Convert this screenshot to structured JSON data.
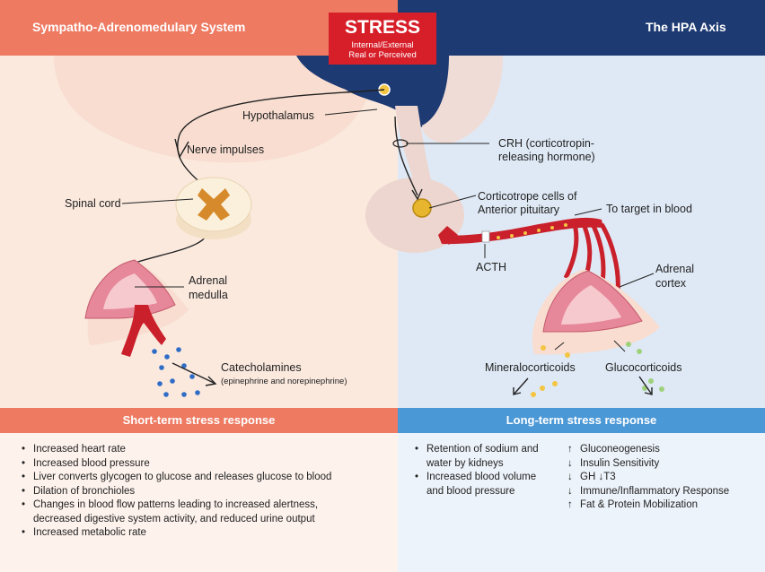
{
  "stress": {
    "title": "STRESS",
    "line1": "Internal/External",
    "line2": "Real or Perceived"
  },
  "left_header": "Sympatho-Adrenomedulary System",
  "right_header": "The HPA Axis",
  "labels": {
    "hypothalamus": "Hypothalamus",
    "nerve_impulses": "Nerve impulses",
    "spinal_cord": "Spinal cord",
    "adrenal_medulla_1": "Adrenal",
    "adrenal_medulla_2": "medulla",
    "catecholamines": "Catecholamines",
    "catecholamines_sub": "(epinephrine and norepinephrine)",
    "crh_1": "CRH (corticotropin-",
    "crh_2": "releasing hormone)",
    "corticotrope_1": "Corticotrope cells of",
    "corticotrope_2": "Anterior pituitary",
    "target_blood": "To target in blood",
    "acth": "ACTH",
    "adrenal_cortex_1": "Adrenal",
    "adrenal_cortex_2": "cortex",
    "mineralocorticoids": "Mineralocorticoids",
    "glucocorticoids": "Glucocorticoids"
  },
  "short_term": {
    "title": "Short-term stress response",
    "items": [
      "Increased heart rate",
      "Increased blood pressure",
      "Liver converts glycogen to glucose and releases glucose to blood",
      "Dilation of bronchioles",
      "Changes in blood flow patterns leading to increased alertness,",
      "decreased digestive system activity, and reduced urine output",
      "Increased metabolic rate"
    ]
  },
  "long_term": {
    "title": "Long-term stress response",
    "items_left": [
      "Retention of sodium and",
      "water by kidneys",
      "Increased blood volume",
      "and blood pressure"
    ],
    "items_right": [
      {
        "arrow": "↑",
        "text": "Gluconeogenesis"
      },
      {
        "arrow": "↓",
        "text": "Insulin Sensitivity"
      },
      {
        "arrow": "↓",
        "text": "GH  ↓T3"
      },
      {
        "arrow": "↓",
        "text": "Immune/Inflammatory Response"
      },
      {
        "arrow": "↑",
        "text": "Fat & Protein Mobilization"
      }
    ]
  },
  "colors": {
    "left_header": "#ee7a62",
    "right_header": "#1d3a72",
    "left_bg": "#fbe9de",
    "right_bg": "#dfe9f5",
    "short_bar": "#ee7a62",
    "long_bar": "#4b98d6",
    "stress_red": "#d71f2a",
    "blood_red": "#c9202b"
  }
}
